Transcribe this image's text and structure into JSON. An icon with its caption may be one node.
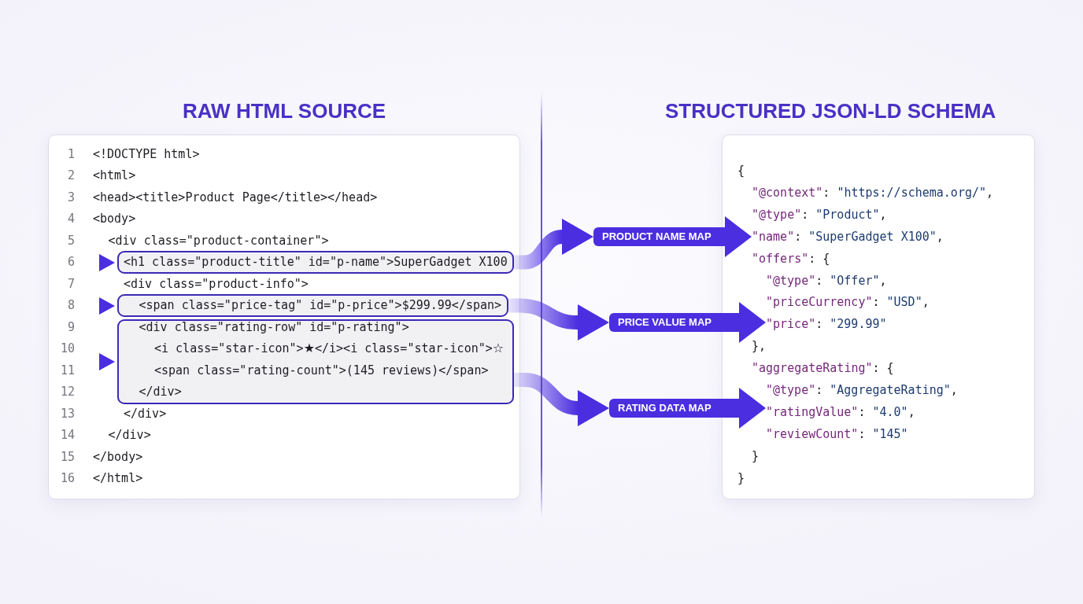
{
  "diagram": {
    "nodes": [
      {
        "text": [
          "RAW HTML SOURCE",
          "1",
          "<!DOCTYPE html>",
          "2",
          "<html>",
          "3",
          "<head><title>Product Page</title></head>",
          "4",
          "<body>",
          "5",
          "<div class=\"product-container\">",
          "6",
          "7",
          "<div class=\"product-info\">",
          "8",
          "9",
          "10",
          "11",
          "12",
          "13",
          "</div>",
          "14",
          "</div>",
          "15",
          "</body>",
          "16",
          "</html>"
        ]
      },
      {
        "text": [
          "<h1 class=\"product-title\" id=\"p-name\">SuperGadget X100"
        ],
        "in": 0
      },
      {
        "text": [
          "<span class=\"price-tag\" id=\"p-price\">$299.99</span>"
        ],
        "in": 0
      },
      {
        "text": [
          "<div class=\"rating-row\" id=\"p-rating\">",
          "<i class=\"star-icon\">★</i><i class=\"star-icon\">☆",
          "<span class=\"rating-count\">(145 reviews)</span>",
          "</div>"
        ],
        "in": 0
      },
      {
        "text": [
          "PRODUCT NAME MAP"
        ]
      },
      {
        "text": [
          "PRICE VALUE MAP"
        ]
      },
      {
        "text": [
          "RATING DATA MAP"
        ]
      },
      {
        "text": [
          "STRUCTURED JSON-LD SCHEMA",
          "{",
          "\"@context\": \"https://schema.org/\",",
          "\"@type\": \"Product\",",
          "\"offers\": {",
          "\"@type\": \"Offer\",",
          "\"priceCurrency\": \"USD\",",
          "},",
          "\"aggregateRating\": {",
          "}",
          "}"
        ]
      },
      {
        "text": [
          "\"name\": \"SuperGadget X100\","
        ],
        "in": 7
      },
      {
        "text": [
          "\"price\": \"299.99\""
        ],
        "in": 7
      },
      {
        "text": [
          "\"@type\": \"AggregateRating\",",
          "\"ratingValue\": \"4.0\",",
          "\"reviewCount\": \"145\""
        ],
        "in": 7
      }
    ],
    "edges": [
      {
        "from": 1,
        "to": 4,
        "arrow": "to"
      },
      {
        "from": 2,
        "to": 5,
        "arrow": "to"
      },
      {
        "from": 3,
        "to": 6,
        "arrow": "to"
      },
      {
        "from": 4,
        "to": 8,
        "arrow": "to"
      },
      {
        "from": 5,
        "to": 9,
        "arrow": "to"
      },
      {
        "from": 6,
        "to": 10,
        "arrow": "to"
      }
    ]
  }
}
